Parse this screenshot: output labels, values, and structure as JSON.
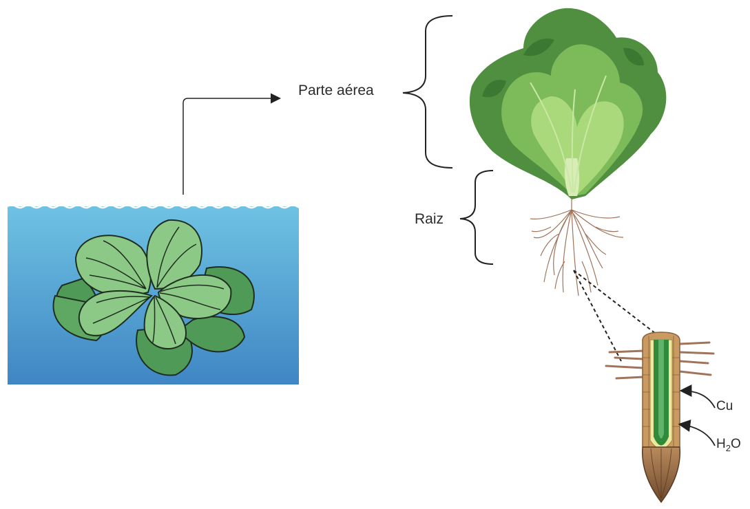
{
  "labels": {
    "aerial_part": "Parte aérea",
    "root": "Raiz",
    "copper": "Cu",
    "water_h": "H",
    "water_sub": "2",
    "water_o": "O"
  },
  "colors": {
    "water_top": "#6fc2e3",
    "water_bottom": "#3f86c4",
    "plant_leaf_light": "#8cc986",
    "plant_leaf_dark": "#4f9a57",
    "lettuce_light": "#9dd06e",
    "lettuce_dark": "#3f7d3a",
    "root_brown": "#a0735a",
    "root_tissue": "#c99a62",
    "stele_green": "#2f8a3c",
    "text": "#2b2b2b"
  }
}
